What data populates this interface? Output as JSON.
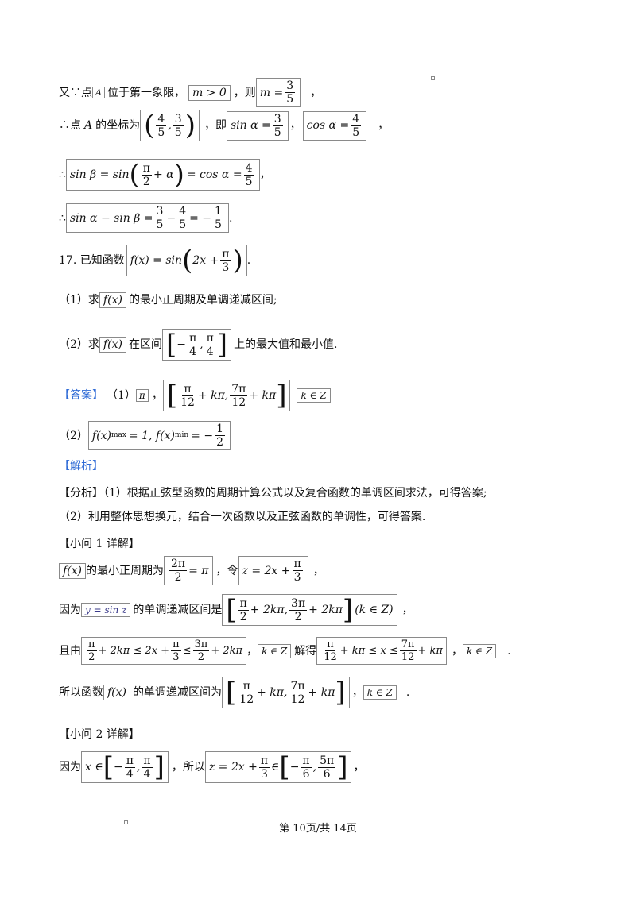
{
  "line1": {
    "a": "又∵点",
    "b": "A",
    "c": "位于第一象限，",
    "d": "m > 0",
    "e": "，则",
    "f": "m =",
    "g_num": "3",
    "g_den": "5",
    "h": "，"
  },
  "line2": {
    "a": "∴点",
    "b": "A",
    "c": "的坐标为",
    "coord": {
      "a_num": "4",
      "a_den": "5",
      "b_num": "3",
      "b_den": "5"
    },
    "d": "，即",
    "e": "sin α =",
    "f_num": "3",
    "f_den": "5",
    "g": "，",
    "h": "cos α =",
    "i_num": "4",
    "i_den": "5",
    "j": "，"
  },
  "line3": {
    "a": "∴",
    "b": "sin β = sin",
    "c_num": "π",
    "c_den": "2",
    "d": "+ α",
    "e": "= cos α =",
    "f_num": "4",
    "f_den": "5",
    "g": "，"
  },
  "line4": {
    "a": "∴",
    "b": "sin α − sin β =",
    "c_num": "3",
    "c_den": "5",
    "d": "−",
    "e_num": "4",
    "e_den": "5",
    "f": "= −",
    "g_num": "1",
    "g_den": "5",
    "h": "."
  },
  "q17": {
    "a": "17. 已知函数",
    "b": "f(x) = sin",
    "c": "2x +",
    "d_num": "π",
    "d_den": "3",
    "e": "."
  },
  "q17_1": {
    "a": "（1）求",
    "b": "f(x)",
    "c": "的最小正周期及单调递减区间;"
  },
  "q17_2": {
    "a": "（2）求",
    "b": "f(x)",
    "c": "在区间",
    "d_num1": "π",
    "d_den1": "4",
    "d_num2": "π",
    "d_den2": "4",
    "e": "上的最大值和最小值."
  },
  "answer": {
    "label": "【答案】",
    "a": "（1）",
    "b": "π",
    "c": "，",
    "int_a_num": "π",
    "int_a_den": "12",
    "int_a_tail": "+ kπ,",
    "int_b_num": "7π",
    "int_b_den": "12",
    "int_b_tail": "+ kπ",
    "d": "k ∈ Z"
  },
  "answer2": {
    "a": "（2）",
    "b": "f(x)",
    "b_sub1": "max",
    "c": "= 1, f(x)",
    "c_sub": "min",
    "d": "= −",
    "e_num": "1",
    "e_den": "2"
  },
  "analysis_label": "【解析】",
  "fenxi": {
    "a": "【分析】（1）根据正弦型函数的周期计算公式以及复合函数的单调区间求法，可得答案;"
  },
  "fenxi2": {
    "a": "（2）利用整体思想换元，结合一次函数以及正弦函数的单调性，可得答案."
  },
  "sub1_title": "【小问 1 详解】",
  "s1": {
    "a": "f(x)",
    "b": "的最小正周期为",
    "c_num": "2π",
    "c_den": "2",
    "c_tail": "= π",
    "d": "，令",
    "e": "z = 2x +",
    "f_num": "π",
    "f_den": "3",
    "g": "，"
  },
  "s2": {
    "a": "因为",
    "b": "y = sin z",
    "c": "的单调递减区间是",
    "i_a_num": "π",
    "i_a_den": "2",
    "i_a_tail": "+ 2kπ,",
    "i_b_num": "3π",
    "i_b_den": "2",
    "i_b_tail": "+ 2kπ",
    "d": "(k ∈ Z)",
    "e": "，"
  },
  "s3": {
    "a": "且由",
    "p1_num": "π",
    "p1_den": "2",
    "p1_tail": "+ 2kπ ≤ 2x +",
    "p2_num": "π",
    "p2_den": "3",
    "p2_tail": "≤",
    "p3_num": "3π",
    "p3_den": "2",
    "p3_tail": "+ 2kπ",
    "b": "，",
    "c": "k ∈ Z",
    "d": "解得",
    "q1_num": "π",
    "q1_den": "12",
    "q1_tail": "+ kπ ≤ x ≤",
    "q2_num": "7π",
    "q2_den": "12",
    "q2_tail": "+ kπ",
    "e": "，",
    "f": "k ∈ Z",
    "g": "."
  },
  "s4": {
    "a": "所以函数",
    "b": "f(x)",
    "c": "的单调递减区间为",
    "i_a_num": "π",
    "i_a_den": "12",
    "i_a_tail": "+ kπ,",
    "i_b_num": "7π",
    "i_b_den": "12",
    "i_b_tail": "+ kπ",
    "d": "，",
    "e": "k ∈ Z",
    "f": "."
  },
  "sub2_title": "【小问 2 详解】",
  "s5": {
    "a": "因为",
    "b": "x ∈",
    "i_a_num": "π",
    "i_a_den": "4",
    "i_b_num": "π",
    "i_b_den": "4",
    "c": "，所以",
    "d": "z = 2x +",
    "e_num": "π",
    "e_den": "3",
    "f": "∈",
    "j_a_num": "π",
    "j_a_den": "6",
    "j_b_num": "5π",
    "j_b_den": "6",
    "g": "，"
  },
  "footer": "第 10页/共 14页"
}
